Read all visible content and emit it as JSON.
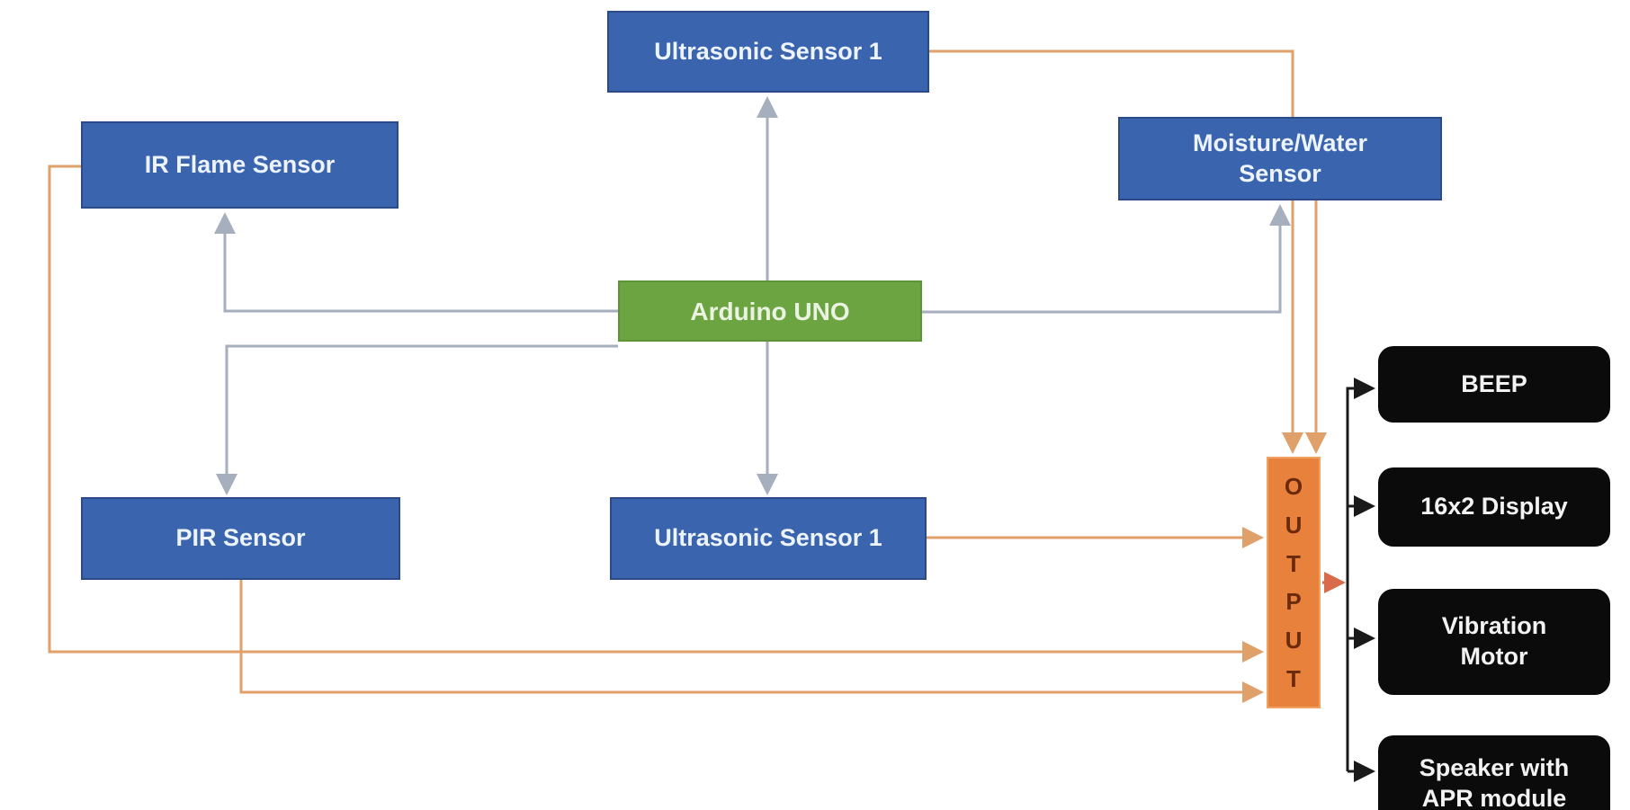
{
  "colors": {
    "node_blue": "#3B64AF",
    "node_blue_border": "#2B4B88",
    "node_green": "#6CA441",
    "node_green_border": "#5E9337",
    "node_orange": "#E8813B",
    "node_orange_border": "#EFA263",
    "node_black": "#0B0B0B",
    "line_blue": "#A6AFBE",
    "line_orange": "#DFA06A",
    "line_red": "#D96A4A",
    "line_black": "#1A1A1A",
    "text_light": "#EDF3FA",
    "text_green_box": "#EAF3E2",
    "text_orange_box": "#6B2A0C"
  },
  "nodes": {
    "ultrasonic_top": {
      "lines": [
        "Ultrasonic Sensor 1"
      ]
    },
    "ir_flame": {
      "lines": [
        "IR Flame Sensor"
      ]
    },
    "moisture": {
      "lines": [
        "Moisture/Water",
        "Sensor"
      ]
    },
    "arduino": {
      "lines": [
        "Arduino UNO"
      ]
    },
    "pir": {
      "lines": [
        "PIR Sensor"
      ]
    },
    "ultrasonic_bottom": {
      "lines": [
        "Ultrasonic Sensor 1"
      ]
    },
    "output": {
      "letters": [
        "O",
        "U",
        "T",
        "P",
        "U",
        "T"
      ]
    },
    "beep": {
      "lines": [
        "BEEP"
      ]
    },
    "display_16x2": {
      "lines": [
        "16x2 Display"
      ]
    },
    "vibration_motor": {
      "lines": [
        "Vibration",
        "Motor"
      ]
    },
    "speaker_apr": {
      "lines": [
        "Speaker with",
        "APR module"
      ]
    }
  }
}
